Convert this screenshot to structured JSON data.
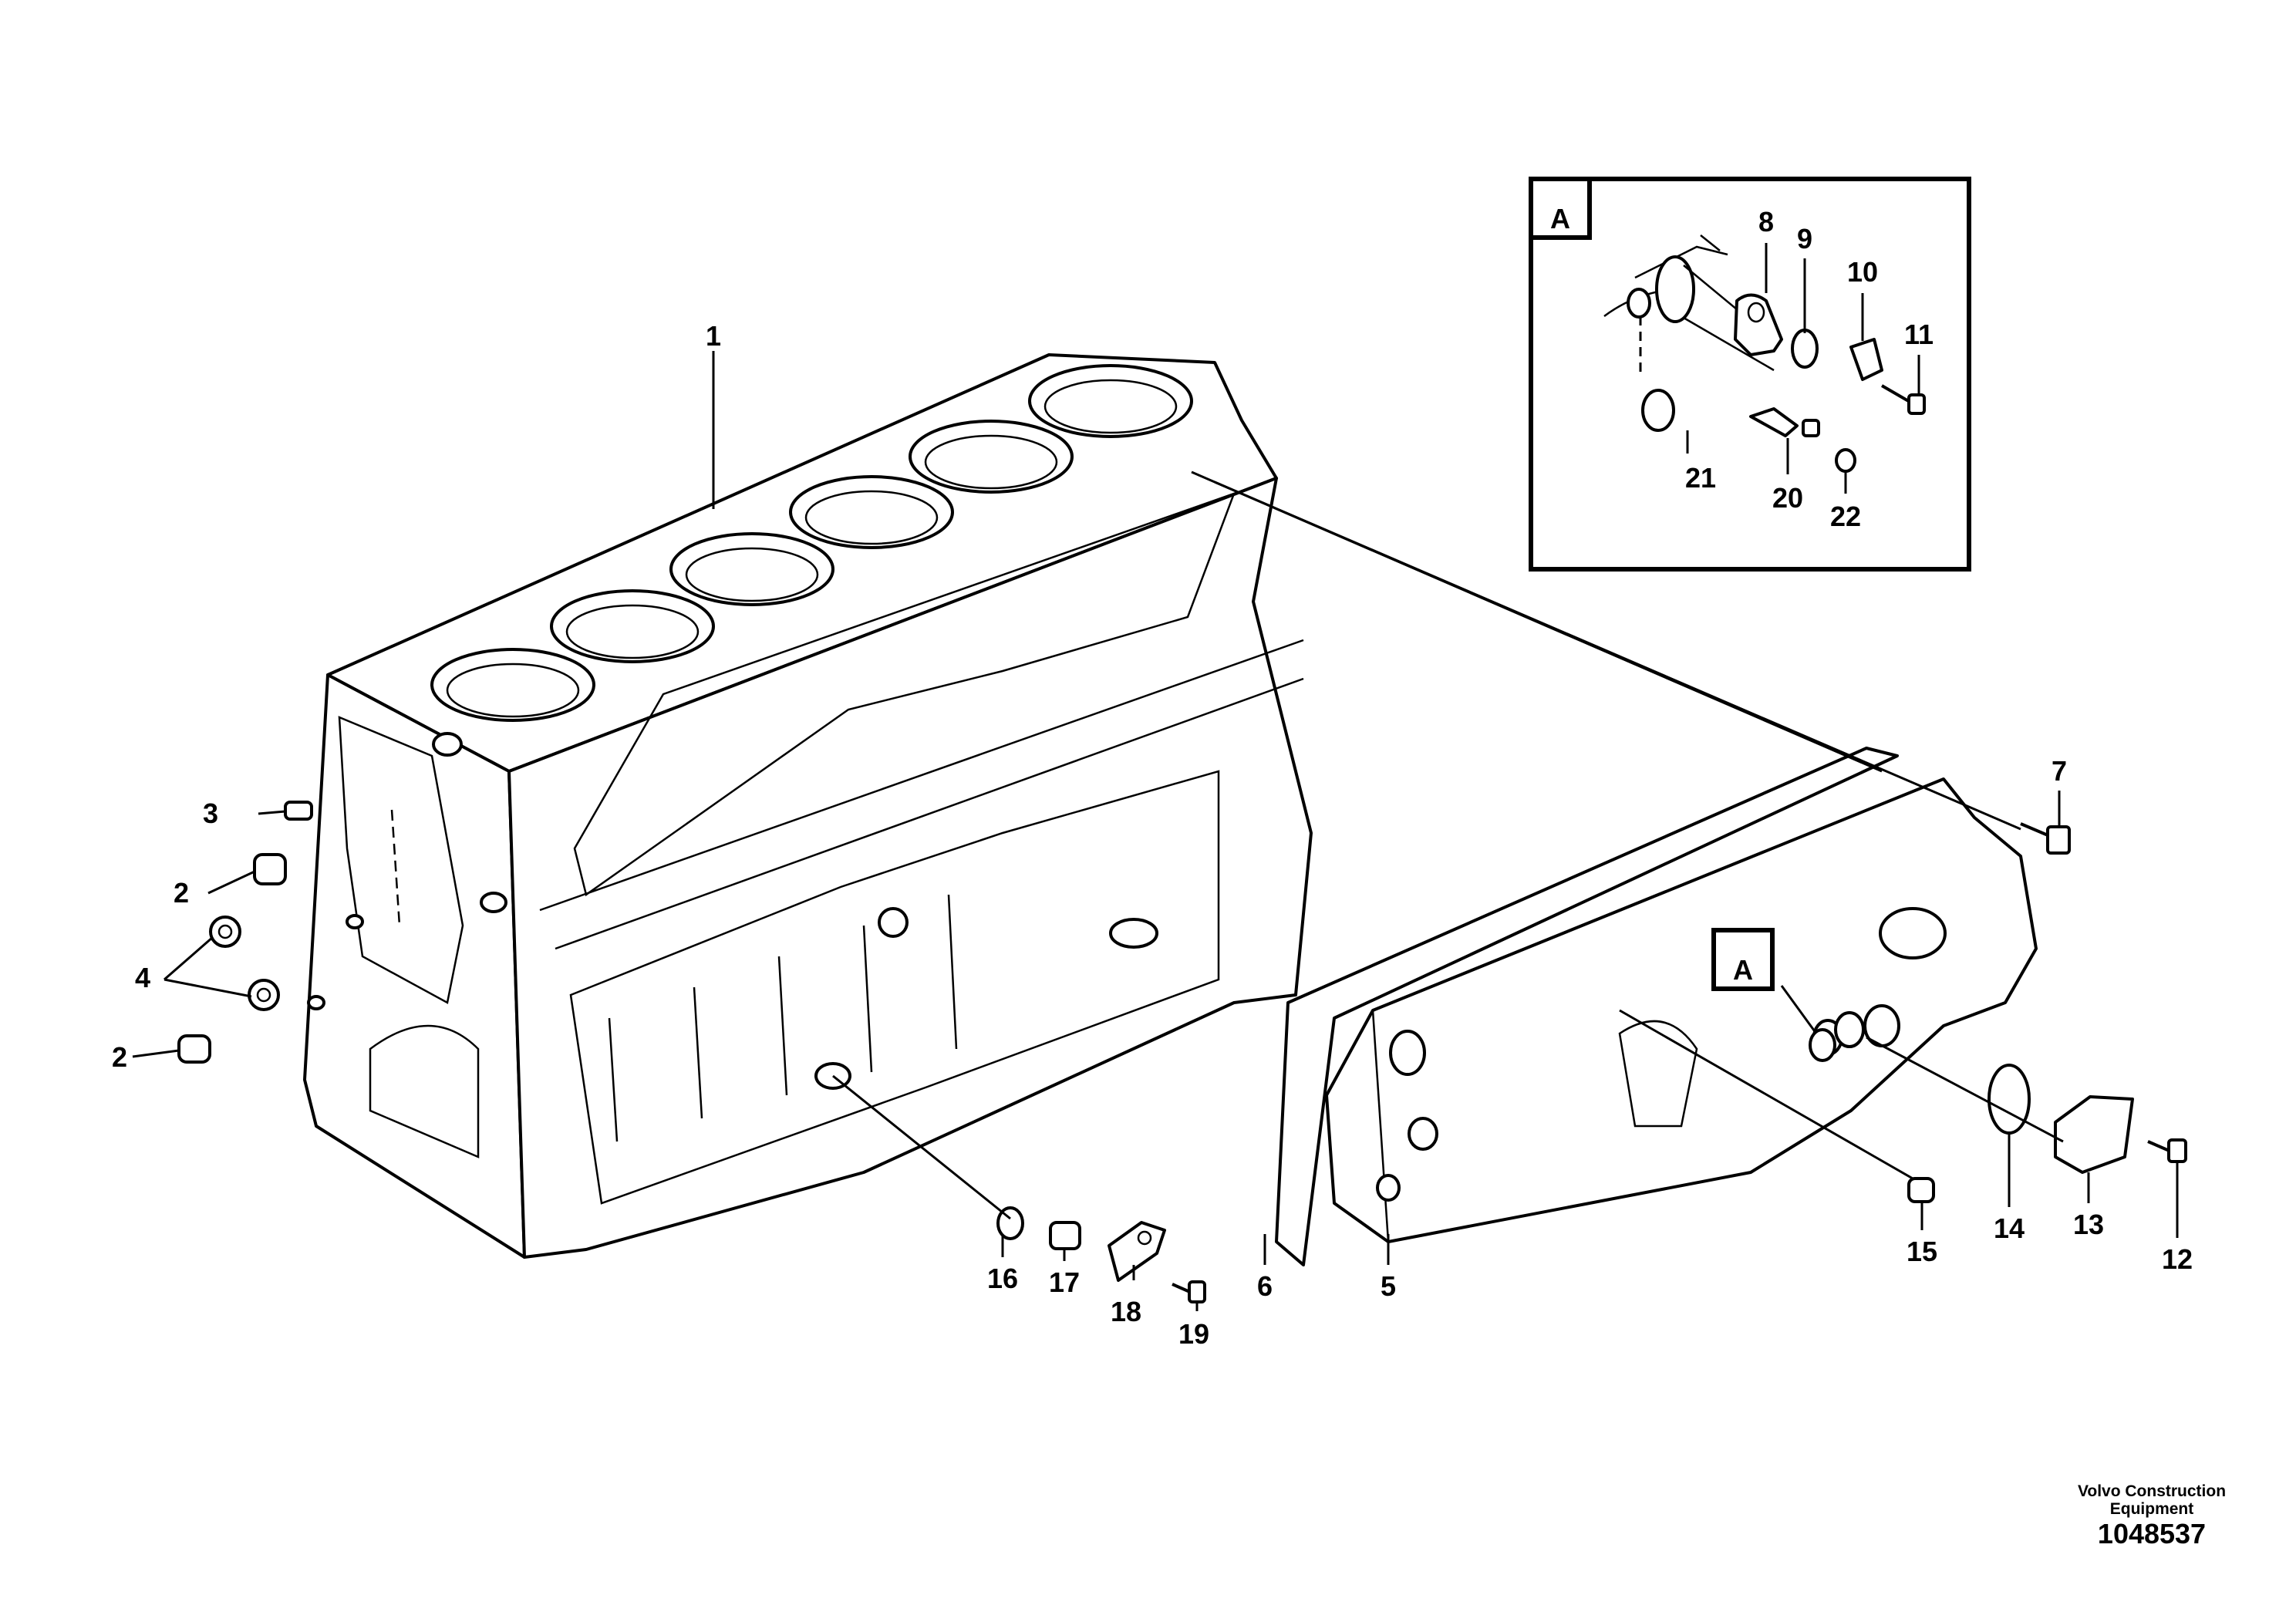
{
  "diagram": {
    "callouts": [
      {
        "number": "1"
      },
      {
        "number": "2"
      },
      {
        "number": "2"
      },
      {
        "number": "3"
      },
      {
        "number": "4"
      },
      {
        "number": "5"
      },
      {
        "number": "6"
      },
      {
        "number": "7"
      },
      {
        "number": "8"
      },
      {
        "number": "9"
      },
      {
        "number": "10"
      },
      {
        "number": "11"
      },
      {
        "number": "12"
      },
      {
        "number": "13"
      },
      {
        "number": "14"
      },
      {
        "number": "15"
      },
      {
        "number": "16"
      },
      {
        "number": "17"
      },
      {
        "number": "18"
      },
      {
        "number": "19"
      },
      {
        "number": "20"
      },
      {
        "number": "21"
      },
      {
        "number": "22"
      }
    ],
    "detail_view": {
      "label": "A"
    },
    "detail_reference": {
      "label": "A"
    }
  },
  "footer": {
    "manufacturer_line1": "Volvo Construction",
    "manufacturer_line2": "Equipment",
    "drawing_number": "1048537"
  }
}
